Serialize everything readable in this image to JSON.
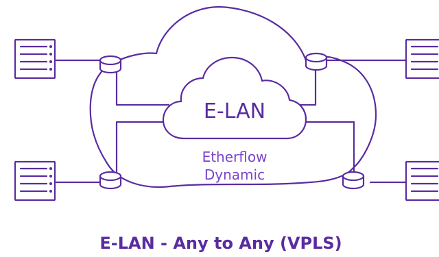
{
  "diagram": {
    "center_label": "E-LAN",
    "service_line1": "Etherflow",
    "service_line2": "Dynamic",
    "caption": "E-LAN - Any to Any (VPLS)"
  },
  "colors": {
    "primary": "#5a2ca0",
    "secondary": "#7a45c8",
    "background": "#ffffff"
  },
  "icons": {
    "router": "router-icon",
    "server": "server-icon",
    "cloud": "cloud-icon"
  }
}
